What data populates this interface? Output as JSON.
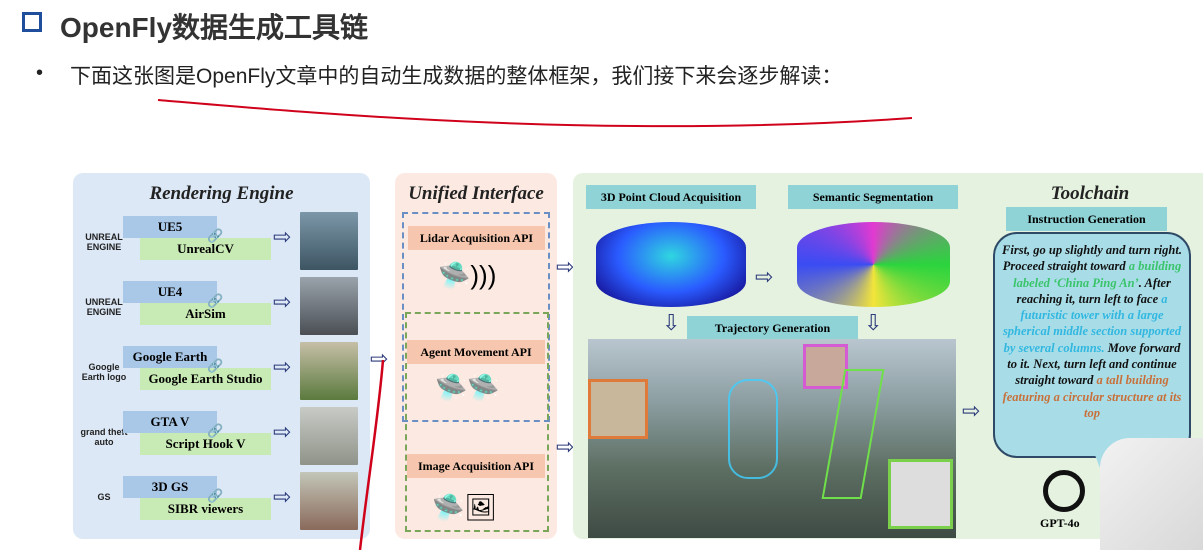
{
  "slide": {
    "title": "OpenFly数据生成工具链",
    "bullet": "下面这张图是OpenFly文章中的自动生成数据的整体框架，我们接下来会逐步解读："
  },
  "rendering_engine": {
    "title": "Rendering Engine",
    "rows": [
      {
        "logo": "UNREAL ENGINE",
        "engine": "UE5",
        "tool": "UnrealCV"
      },
      {
        "logo": "UNREAL ENGINE",
        "engine": "UE4",
        "tool": "AirSim"
      },
      {
        "logo": "Google Earth logo",
        "engine": "Google Earth",
        "tool": "Google Earth Studio"
      },
      {
        "logo": "grand theft auto",
        "engine": "GTA V",
        "tool": "Script Hook V"
      },
      {
        "logo": "GS",
        "engine": "3D GS",
        "tool": "SIBR viewers"
      }
    ]
  },
  "unified_interface": {
    "title": "Unified Interface",
    "apis": [
      "Lidar Acquisition API",
      "Agent Movement API",
      "Image Acquisition API"
    ]
  },
  "toolchain": {
    "point_cloud": "3D Point Cloud Acquisition",
    "segmentation": "Semantic Segmentation",
    "trajectory": "Trajectory Generation",
    "title": "Toolchain",
    "instruction": "Instruction Generation",
    "text": [
      {
        "t": "First, go up slightly and turn right. Proceed straight toward ",
        "c": ""
      },
      {
        "t": "a building labeled ‘China Ping An’",
        "c": "g"
      },
      {
        "t": ". After reaching it, turn left to face ",
        "c": ""
      },
      {
        "t": "a futuristic tower with a large spherical middle section supported by several columns.",
        "c": "c"
      },
      {
        "t": " Move forward to it. Next, turn left and continue straight toward ",
        "c": ""
      },
      {
        "t": "a tall building featuring a circular structure at its top",
        "c": "o"
      }
    ],
    "model": "GPT-4o"
  },
  "colors": {
    "left_panel": "#dce8f6",
    "mid_panel": "#fbe9e2",
    "right_panel": "#e5f2e0",
    "annotation": "#d0021b"
  }
}
